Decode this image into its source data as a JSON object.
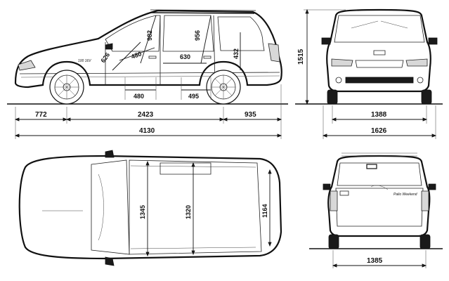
{
  "dimensions": {
    "side_view": {
      "front_overhang": "772",
      "wheelbase": "2423",
      "rear_overhang": "935",
      "overall_length": "4130",
      "front_seat_to_roof": "982",
      "rear_seat_to_roof": "956",
      "front_seat_diag": "626",
      "front_seat_depth": "480",
      "front_floor_len": "630",
      "cargo_height": "432",
      "front_knee": "480",
      "rear_knee": "495"
    },
    "front_view": {
      "overall_height": "1515",
      "front_track": "1388",
      "overall_width": "1626"
    },
    "top_view": {
      "front_elbow_width": "1345",
      "rear_elbow_width": "1320",
      "cargo_width": "1164"
    },
    "rear_view": {
      "rear_track": "1385"
    }
  },
  "badges": {
    "side_badge": "100 16V",
    "rear_badge": "Palio Weekend"
  }
}
